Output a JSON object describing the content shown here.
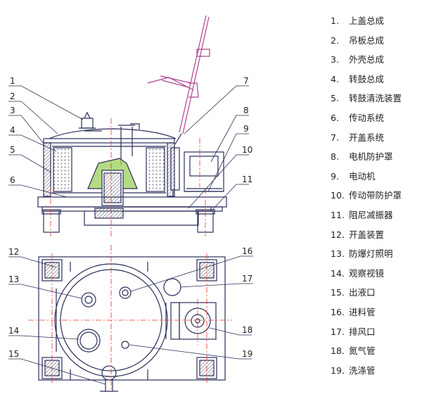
{
  "side_view_callouts": [
    "1",
    "2",
    "3",
    "4",
    "5",
    "6",
    "7",
    "8",
    "9",
    "10",
    "11"
  ],
  "plan_view_callouts_left": [
    "12",
    "13",
    "14",
    "15"
  ],
  "plan_view_callouts_right": [
    "16",
    "17",
    "18",
    "19"
  ],
  "legend": [
    {
      "number": "1.",
      "label": "上盖总成"
    },
    {
      "number": "2.",
      "label": "吊板总成"
    },
    {
      "number": "3.",
      "label": "外壳总成"
    },
    {
      "number": "4.",
      "label": "转鼓总成"
    },
    {
      "number": "5.",
      "label": "转鼓清洗装置"
    },
    {
      "number": "6.",
      "label": "传动系统"
    },
    {
      "number": "7.",
      "label": "开盖系统"
    },
    {
      "number": "8.",
      "label": "电机防护罩"
    },
    {
      "number": "9.",
      "label": "电动机"
    },
    {
      "number": "10.",
      "label": "传动带防护罩"
    },
    {
      "number": "11.",
      "label": "阻尼减振器"
    },
    {
      "number": "12.",
      "label": "开盖装置"
    },
    {
      "number": "13.",
      "label": "防爆灯照明"
    },
    {
      "number": "14.",
      "label": "观察视镜"
    },
    {
      "number": "15.",
      "label": "出液口"
    },
    {
      "number": "16.",
      "label": "进料管"
    },
    {
      "number": "17.",
      "label": "排风口"
    },
    {
      "number": "18.",
      "label": "氮气管"
    },
    {
      "number": "19.",
      "label": "洗涤管"
    }
  ],
  "colors": {
    "line": "#2b2f5a",
    "centerline": "#e8332a",
    "lid_arm": "#b0428e",
    "drum_green": "#9bcf5a",
    "hatch": "#7d7d8c"
  }
}
